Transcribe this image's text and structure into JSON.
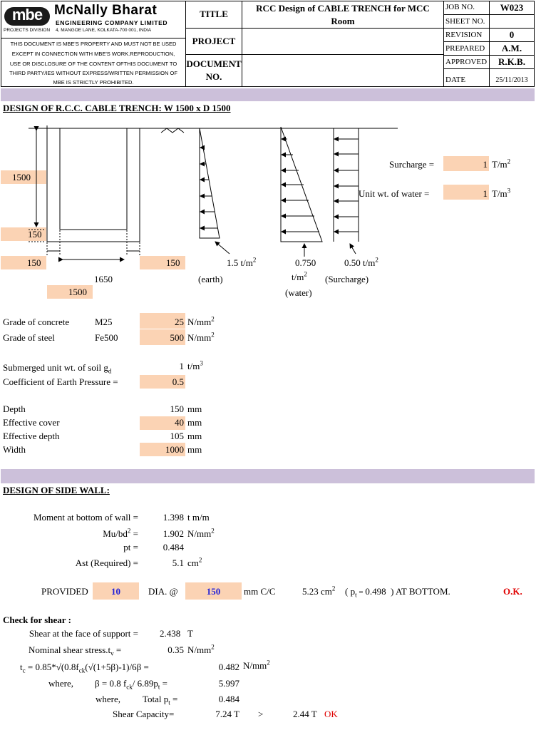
{
  "company": {
    "logo_text": "mbe",
    "name_line1": "McNally Bharat",
    "name_line2": "ENGINEERING COMPANY LIMITED",
    "division": "PROJECTS DIVISION",
    "address": "4, MANGOE LANE, KOLKATA-700 001, INDIA"
  },
  "disclaimer": [
    "THIS DOCUMENT IS MBE'S PROPERTY AND MUST NOT BE USED",
    "EXCEPT IN CONNECTION WITH MBE'S WORK.REPRODUCTION,",
    "USE OR DISCLOSURE OF THE CONTENT OFTHIS DOCUMENT TO",
    "THIRD PARTY/IES WITHOUT EXPRESS/WRITTEN PERMISSION OF",
    "MBE IS STRICTLY PROHIBITED."
  ],
  "header": {
    "title_label": "TITLE",
    "title_line1": "RCC Design of CABLE TRENCH for MCC",
    "title_line2": "Room",
    "project_label": "PROJECT",
    "docno_line1": "DOCUMENT",
    "docno_line2": "NO.",
    "job_label": "JOB NO.",
    "job_value": "W023",
    "sheet_label": "SHEET NO.",
    "sheet_value": "",
    "revision_label": "REVISION",
    "revision_value": "0",
    "prepared_label": "PREPARED",
    "prepared_value": "A.M.",
    "approved_label": "APPROVED",
    "approved_value": "R.K.B.",
    "date_label": "DATE",
    "date_value": "25/11/2013"
  },
  "trench": {
    "heading": "DESIGN OF R.C.C. CABLE TRENCH: W 1500 x D 1500",
    "dim_height": "1500",
    "dim_base": "150",
    "dim_left_wall": "150",
    "dim_right_wall": "150",
    "dim_overall": "1650",
    "dim_inner": "1500",
    "earth_value": "1.5",
    "earth_caption": "(earth)",
    "water_value": "0.750",
    "water_caption": "(water)",
    "surcharge_value_text": "0.50",
    "surcharge_caption": "(Surcharge)",
    "unit_tm2": "t/m",
    "surcharge_label": "Surcharge =",
    "surcharge_value": "1",
    "surcharge_unit": "T/m",
    "water_wt_label": "Unit wt. of water =",
    "water_wt_value": "1",
    "water_wt_unit": "T/m"
  },
  "materials": {
    "concrete_label": "Grade of concrete",
    "concrete_grade": "M25",
    "concrete_value": "25",
    "steel_label": "Grade of steel",
    "steel_grade": "Fe500",
    "steel_value": "500",
    "unit": "N/mm",
    "soil_label": "Submerged unit wt. of soil",
    "soil_symbol": "g",
    "soil_sub": "d",
    "soil_value": "1",
    "soil_unit": "t/m",
    "coeff_label": "Coefficient of Earth Pressure =",
    "coeff_value": "0.5"
  },
  "section": {
    "depth_label": "Depth",
    "depth_value": "150",
    "depth_unit": "mm",
    "cover_label": "Effective cover",
    "cover_value": "40",
    "cover_unit": "mm",
    "eff_depth_label": "Effective depth",
    "eff_depth_value": "105",
    "eff_depth_unit": "mm",
    "width_label": "Width",
    "width_value": "1000",
    "width_unit": "mm"
  },
  "side_wall": {
    "heading": "DESIGN OF SIDE WALL:",
    "moment_label": "Moment at bottom of wall =",
    "moment_value": "1.398",
    "moment_unit": "t m/m",
    "mubd_label": "Mu/bd",
    "mubd_value": "1.902",
    "mubd_unit": "N/mm",
    "pt_label": "pt =",
    "pt_value": "0.484",
    "ast_label": "Ast (Required) =",
    "ast_value": "5.1",
    "ast_unit": "cm",
    "provided_label": "PROVIDED",
    "provided_dia": "10",
    "dia_label": "DIA. @",
    "provided_spacing": "150",
    "spacing_unit": "mm C/C",
    "provided_area": "5.23",
    "area_unit": "cm",
    "pt_open": "( p",
    "pt_provided": "0.498",
    "pt_close": ") AT BOTTOM.",
    "status": "O.K."
  },
  "shear": {
    "heading": "Check for shear :",
    "shear_label": "Shear at the face of support =",
    "shear_value": "2.438",
    "shear_unit": "T",
    "nominal_label": "Nominal shear stress.t",
    "nominal_value": "0.35",
    "nominal_unit": "N/mm",
    "tc_formula": "= 0.85*√(0.8f",
    "tc_value": "0.482",
    "tc_unit": "N/mm",
    "where1": "where,",
    "beta_formula": "β = 0.8 f",
    "beta_value": "5.997",
    "where2": "where,",
    "total_pt_label": "Total p",
    "total_pt_value": "0.484",
    "capacity_label": "Shear Capacity=",
    "capacity_value": "7.24 T",
    "gt": ">",
    "demand_value": "2.44 T",
    "result": "OK"
  }
}
